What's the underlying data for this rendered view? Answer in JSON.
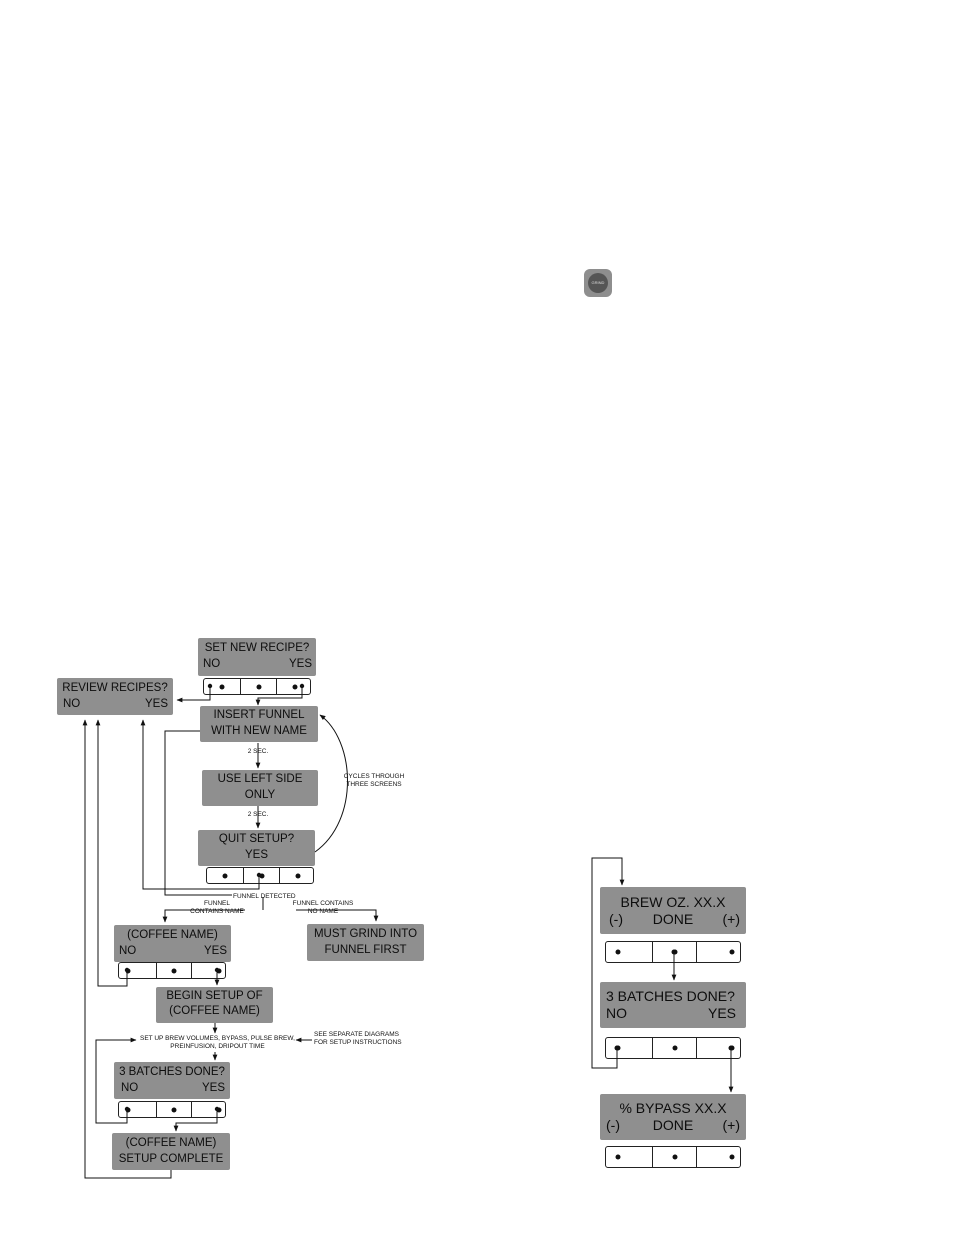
{
  "grind_icon": {
    "icon": "grind-button-icon",
    "label": "GRIND"
  },
  "left_flow": {
    "set_new_recipe": {
      "line1": "SET NEW RECIPE?",
      "left": "NO",
      "right": "YES"
    },
    "review_recipes": {
      "line1": "REVIEW RECIPES?",
      "left": "NO",
      "right": "YES"
    },
    "insert_funnel": {
      "line1": "INSERT FUNNEL",
      "line2": "WITH NEW NAME"
    },
    "use_left_side": {
      "line1": "USE LEFT SIDE",
      "line2": "ONLY"
    },
    "quit_setup": {
      "line1": "QUIT SETUP?",
      "line2": "YES"
    },
    "coffee_name": {
      "line1": "(COFFEE NAME)",
      "left": "NO",
      "right": "YES"
    },
    "must_grind": {
      "line1": "MUST GRIND INTO",
      "line2": "FUNNEL FIRST"
    },
    "begin_setup": {
      "line1": "BEGIN SETUP OF",
      "line2": "(COFFEE NAME)"
    },
    "batches_done": {
      "line1": "3 BATCHES DONE?",
      "left": "NO",
      "right": "YES"
    },
    "setup_complete": {
      "line1": "(COFFEE NAME)",
      "line2": "SETUP COMPLETE"
    }
  },
  "annotations": {
    "two_sec_a": "2 SEC.",
    "two_sec_b": "2 SEC.",
    "cycles_line1": "CYCLES THROUGH",
    "cycles_line2": "THREE SCREENS",
    "funnel_detected": "FUNNEL DETECTED",
    "contains_name_1": "FUNNEL",
    "contains_name_2": "CONTAINS NAME",
    "contains_no_name_1": "FUNNEL CONTAINS",
    "contains_no_name_2": "NO NAME",
    "setup_line1": "SET UP BREW VOLUMES, BYPASS, PULSE BREW,",
    "setup_line2": "PREINFUSION, DRIPOUT TIME",
    "see_diagrams_1": "SEE SEPARATE DIAGRAMS",
    "see_diagrams_2": "FOR SETUP INSTRUCTIONS"
  },
  "right_flow": {
    "brew_oz": {
      "line1": "BREW OZ. XX.X",
      "left": "(-)",
      "middle": "DONE",
      "right": "(+)"
    },
    "batches_done": {
      "line1": "3 BATCHES DONE?",
      "left": "NO",
      "right": "YES"
    },
    "bypass": {
      "line1": "% BYPASS  XX.X",
      "left": "(-)",
      "middle": "DONE",
      "right": "(+)"
    }
  }
}
